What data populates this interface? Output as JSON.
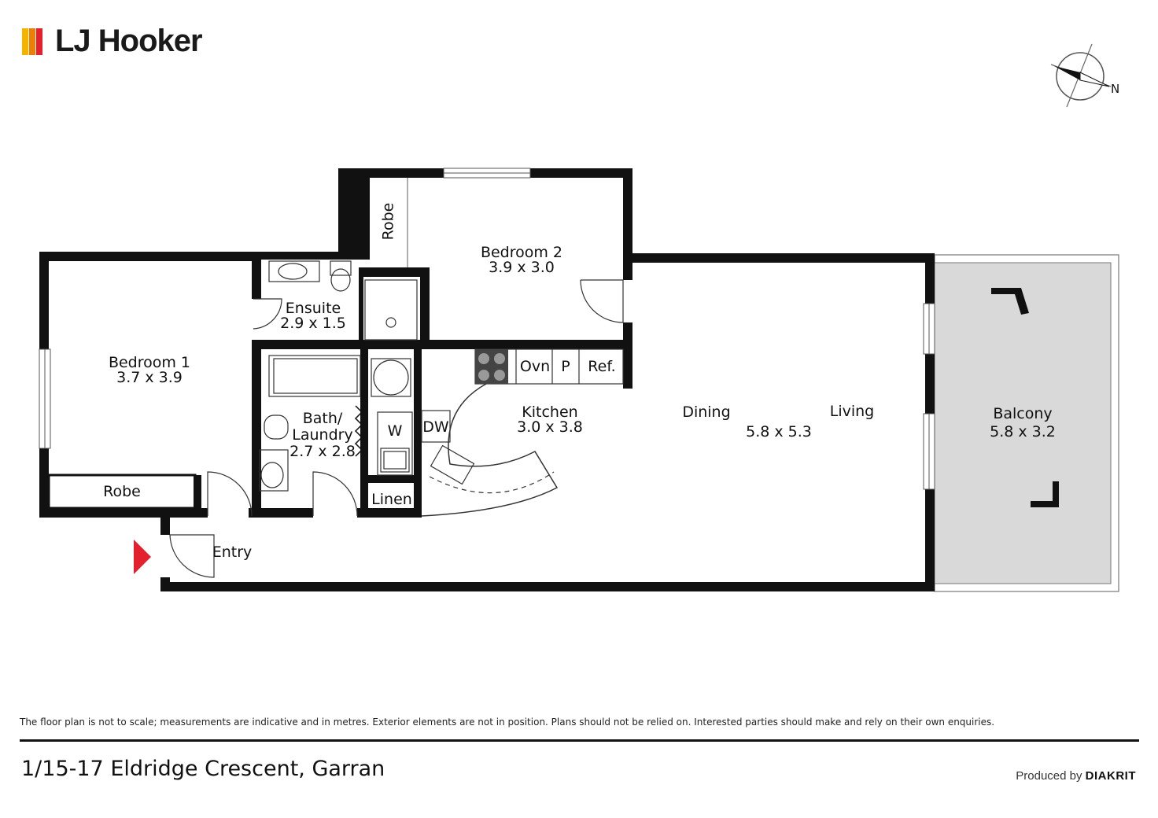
{
  "brand": {
    "name": "LJ Hooker",
    "bar_colors": [
      "#f5b300",
      "#f07c00",
      "#e4202e"
    ]
  },
  "compass": {
    "north_label": "N"
  },
  "rooms": {
    "bedroom1": {
      "name": "Bedroom 1",
      "dim": "3.7 x 3.9"
    },
    "bedroom1_robe": {
      "name": "Robe"
    },
    "ensuite": {
      "name": "Ensuite",
      "dim": "2.9 x 1.5"
    },
    "bedroom2": {
      "name": "Bedroom 2",
      "dim": "3.9 x 3.0"
    },
    "bedroom2_robe": {
      "name": "Robe"
    },
    "bath_laundry": {
      "name": "Bath/",
      "name2": "Laundry",
      "dim": "2.7 x 2.8"
    },
    "w": {
      "name": "W"
    },
    "dw": {
      "name": "DW"
    },
    "linen": {
      "name": "Linen"
    },
    "kitchen": {
      "name": "Kitchen",
      "dim": "3.0 x 3.8"
    },
    "ovn": {
      "name": "Ovn"
    },
    "p": {
      "name": "P"
    },
    "ref": {
      "name": "Ref."
    },
    "dining": {
      "name": "Dining"
    },
    "living": {
      "name": "Living"
    },
    "living_dim": {
      "dim": "5.8 x 5.3"
    },
    "balcony": {
      "name": "Balcony",
      "dim": "5.8 x 3.2"
    },
    "entry": {
      "name": "Entry"
    }
  },
  "colors": {
    "wall": "#111111",
    "balcony_fill": "#d9d9d9",
    "entry_arrow": "#e4202e"
  },
  "footer": {
    "disclaimer": "The floor plan is not to scale; measurements are indicative and in metres. Exterior elements are not in position. Plans should not be relied on. Interested parties should make and rely on their own enquiries.",
    "address": "1/15-17 Eldridge Crescent, Garran",
    "produced_by": "Produced by",
    "producer": "DIAKRIT"
  }
}
